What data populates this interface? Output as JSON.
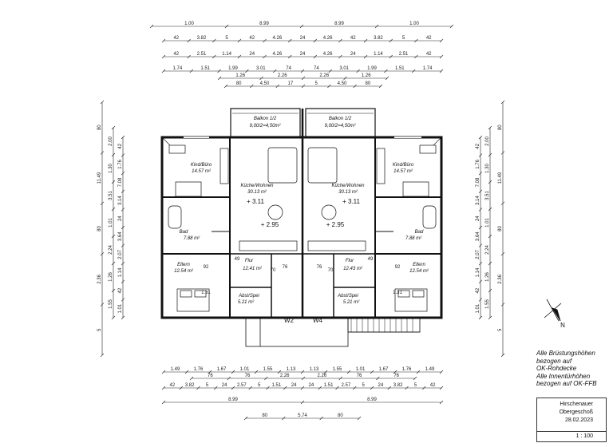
{
  "dims_top": {
    "row1": [
      "1.00",
      "8.99",
      "8.99",
      "1.00"
    ],
    "row2": [
      "42",
      "3.82",
      "5",
      "42",
      "4.26",
      "24",
      "4.26",
      "42",
      "3.82",
      "5",
      "42"
    ],
    "row3": [
      "42",
      "2.51",
      "1.14",
      "24",
      "4.26",
      "24",
      "4.26",
      "24",
      "1.14",
      "2.51",
      "42"
    ],
    "row4": [
      "1.74",
      "1.51",
      "1.99",
      "3.01",
      "74",
      "74",
      "3.01",
      "1.99",
      "1.51",
      "1.74"
    ],
    "row4b": [
      "1.26",
      "2.26",
      "2.26",
      "1.26"
    ],
    "row5": [
      "80",
      "4.50",
      "17",
      "5",
      "4.50",
      "80"
    ]
  },
  "dims_left": {
    "outer": [
      "80",
      "11.49",
      "80",
      "2.36",
      "5"
    ],
    "mid": [
      "2.00",
      "1.30",
      "3.51",
      "1.01",
      "2.24",
      "1.26",
      "1.55"
    ],
    "inner": [
      "42",
      "1.76",
      "7.08",
      "3.14",
      "24",
      "3.64",
      "2.07",
      "1.14",
      "42",
      "1.01"
    ]
  },
  "dims_right": {
    "outer": [
      "80",
      "11.49",
      "80",
      "2.36",
      "5"
    ],
    "mid": [
      "2.00",
      "1.30",
      "3.51",
      "1.01",
      "2.24",
      "1.26",
      "1.55"
    ],
    "inner": [
      "42",
      "1.76",
      "7.08",
      "3.14",
      "24",
      "3.64",
      "2.07",
      "1.14",
      "42",
      "1.01"
    ]
  },
  "dims_bottom": {
    "row1": [
      "1.49",
      "1.76",
      "1.67",
      "1.01",
      "1.55",
      "1.13",
      "1.13",
      "1.55",
      "1.01",
      "1.67",
      "1.76",
      "1.49"
    ],
    "row1b": [
      "76",
      "76",
      "2.26",
      "2.26",
      "76",
      "76"
    ],
    "row2": [
      "42",
      "3.82",
      "5",
      "24",
      "2.57",
      "5",
      "1.51",
      "24",
      "24",
      "1.51",
      "2.57",
      "5",
      "24",
      "3.82",
      "5",
      "42"
    ],
    "row3": [
      "8.99",
      "8.99"
    ],
    "row4": [
      "80",
      "5.74",
      "80"
    ]
  },
  "rooms_left": {
    "balcony": {
      "name": "Balkon 1/2",
      "area": "9,00/2=4,50m²"
    },
    "kind": {
      "name": "Kind/Büro",
      "area": "14.57 m²"
    },
    "kueche": {
      "name": "Küche/Wohnen",
      "area": "30.13 m²"
    },
    "bad": {
      "name": "Bad",
      "area": "7.88 m²"
    },
    "eltern": {
      "name": "Eltern",
      "area": "12.54 m²"
    },
    "flur": {
      "name": "Flur",
      "area": "12.41 m²"
    },
    "abst": {
      "name": "Abst/Spei",
      "area": "5.21 m²"
    },
    "unit": "W2",
    "level1": "+ 3.11",
    "level2": "+ 2.95"
  },
  "rooms_right": {
    "balcony": {
      "name": "Balkon 1/2",
      "area": "9,00/2=4,50m²"
    },
    "kind": {
      "name": "Kind/Büro",
      "area": "14.57 m²"
    },
    "kueche": {
      "name": "Küche/Wohnen",
      "area": "30.13 m²"
    },
    "bad": {
      "name": "Bad",
      "area": "7.88 m²"
    },
    "eltern": {
      "name": "Eltern",
      "area": "12.54 m²"
    },
    "flur": {
      "name": "Flur",
      "area": "12.43 m²"
    },
    "abst": {
      "name": "Abst/Spei",
      "area": "5.21 m²"
    },
    "unit": "W4",
    "level1": "+ 3.11",
    "level2": "+ 2.95"
  },
  "misc_labels": [
    "70",
    "49",
    "92",
    "1.31",
    "76",
    "70",
    "49",
    "92",
    "1.31",
    "76"
  ],
  "north_label": "N",
  "note": [
    "Alle Brüstungshöhen",
    "bezogen auf",
    "OK-Rohdecke",
    "Alle Innentürhöhen",
    "bezogen auf OK-FFB"
  ],
  "titleblock": {
    "name": "Hirschenauer",
    "floor": "Obergeschoß",
    "date": "28.02.2023",
    "scale": "1 : 100"
  }
}
